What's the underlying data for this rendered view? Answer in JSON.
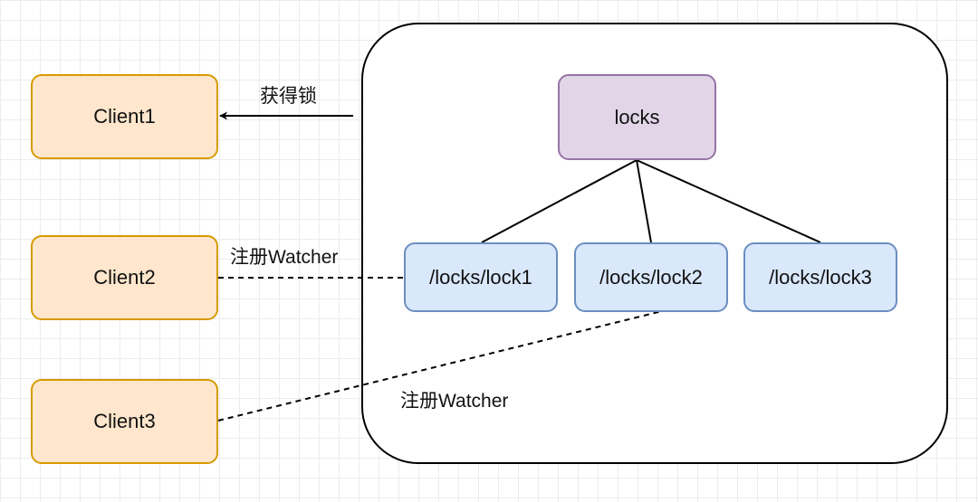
{
  "colors": {
    "client_fill": "#ffe6cc",
    "client_border": "#d79b00",
    "root_fill": "#e1d5e7",
    "root_border": "#9673a6",
    "child_fill": "#dae8fc",
    "child_border": "#6c8ebf",
    "container_border": "#000000",
    "edge": "#000000"
  },
  "clients": [
    {
      "label": "Client1"
    },
    {
      "label": "Client2"
    },
    {
      "label": "Client3"
    }
  ],
  "znodes": {
    "root": {
      "label": "locks"
    },
    "children": [
      {
        "label": "/locks/lock1"
      },
      {
        "label": "/locks/lock2"
      },
      {
        "label": "/locks/lock3"
      }
    ]
  },
  "edges": {
    "acquire_lock_label": "获得锁",
    "client2_watch_label": "注册Watcher",
    "client3_watch_label": "注册Watcher"
  }
}
